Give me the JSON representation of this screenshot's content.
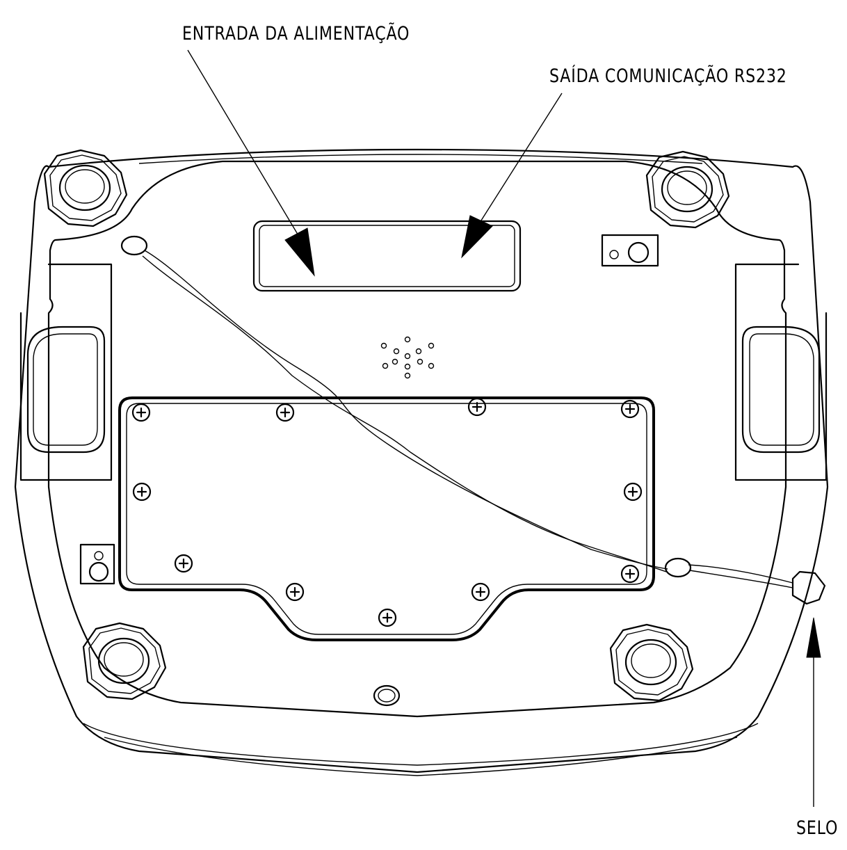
{
  "labels": {
    "power_input": "ENTRADA DA ALIMENTAÇÃO",
    "rs232_output": "SAÍDA COMUNICAÇÃO RS232",
    "seal": "SELO"
  },
  "colors": {
    "line": "#000000",
    "background": "#ffffff"
  }
}
